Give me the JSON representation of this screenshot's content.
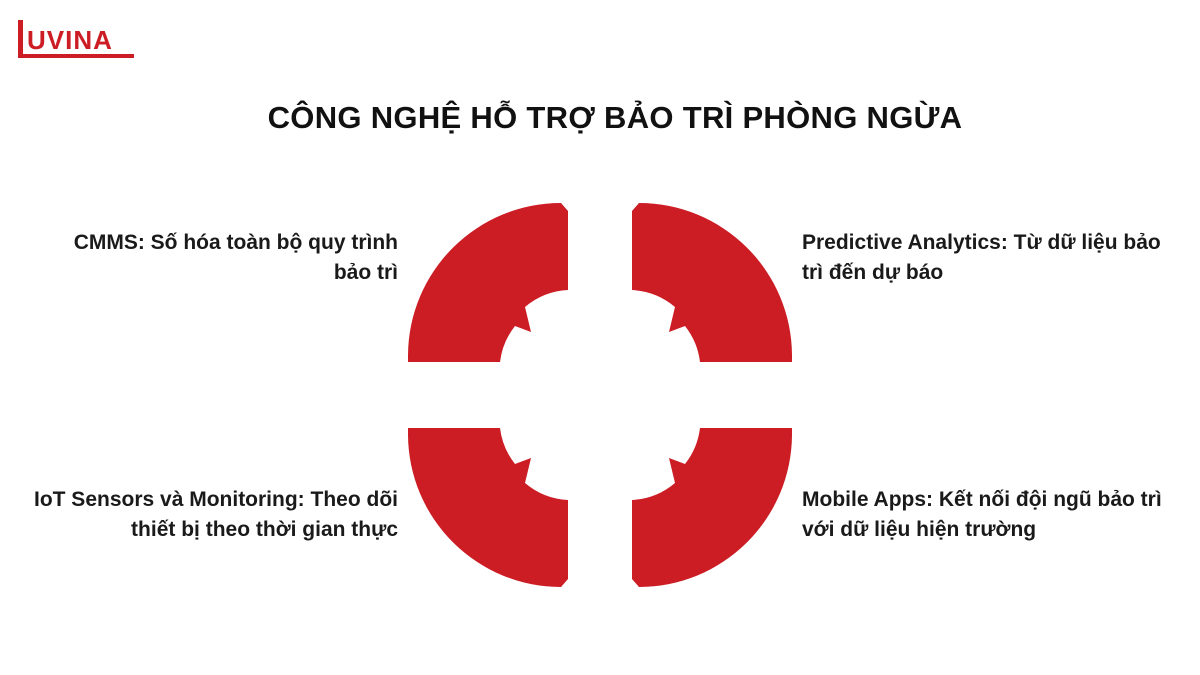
{
  "brand": {
    "logo_text": "LUVINA",
    "accent_color": "#cc1c24"
  },
  "title": "CÔNG NGHỆ HỖ TRỢ BẢO TRÌ PHÒNG NGỪA",
  "quadrants": [
    {
      "position": "top-left",
      "label": "CMMS: Số hóa toàn bộ quy trình bảo trì"
    },
    {
      "position": "top-right",
      "label": "Predictive Analytics: Từ dữ liệu bảo trì đến dự báo"
    },
    {
      "position": "bottom-left",
      "label": "IoT Sensors và Monitoring: Theo dõi thiết bị theo thời gian thực"
    },
    {
      "position": "bottom-right",
      "label": "Mobile Apps: Kết nối đội ngũ bảo trì với dữ liệu hiện trường"
    }
  ],
  "colors": {
    "shape_fill": "#cc1c24",
    "text": "#1a1a1a"
  }
}
